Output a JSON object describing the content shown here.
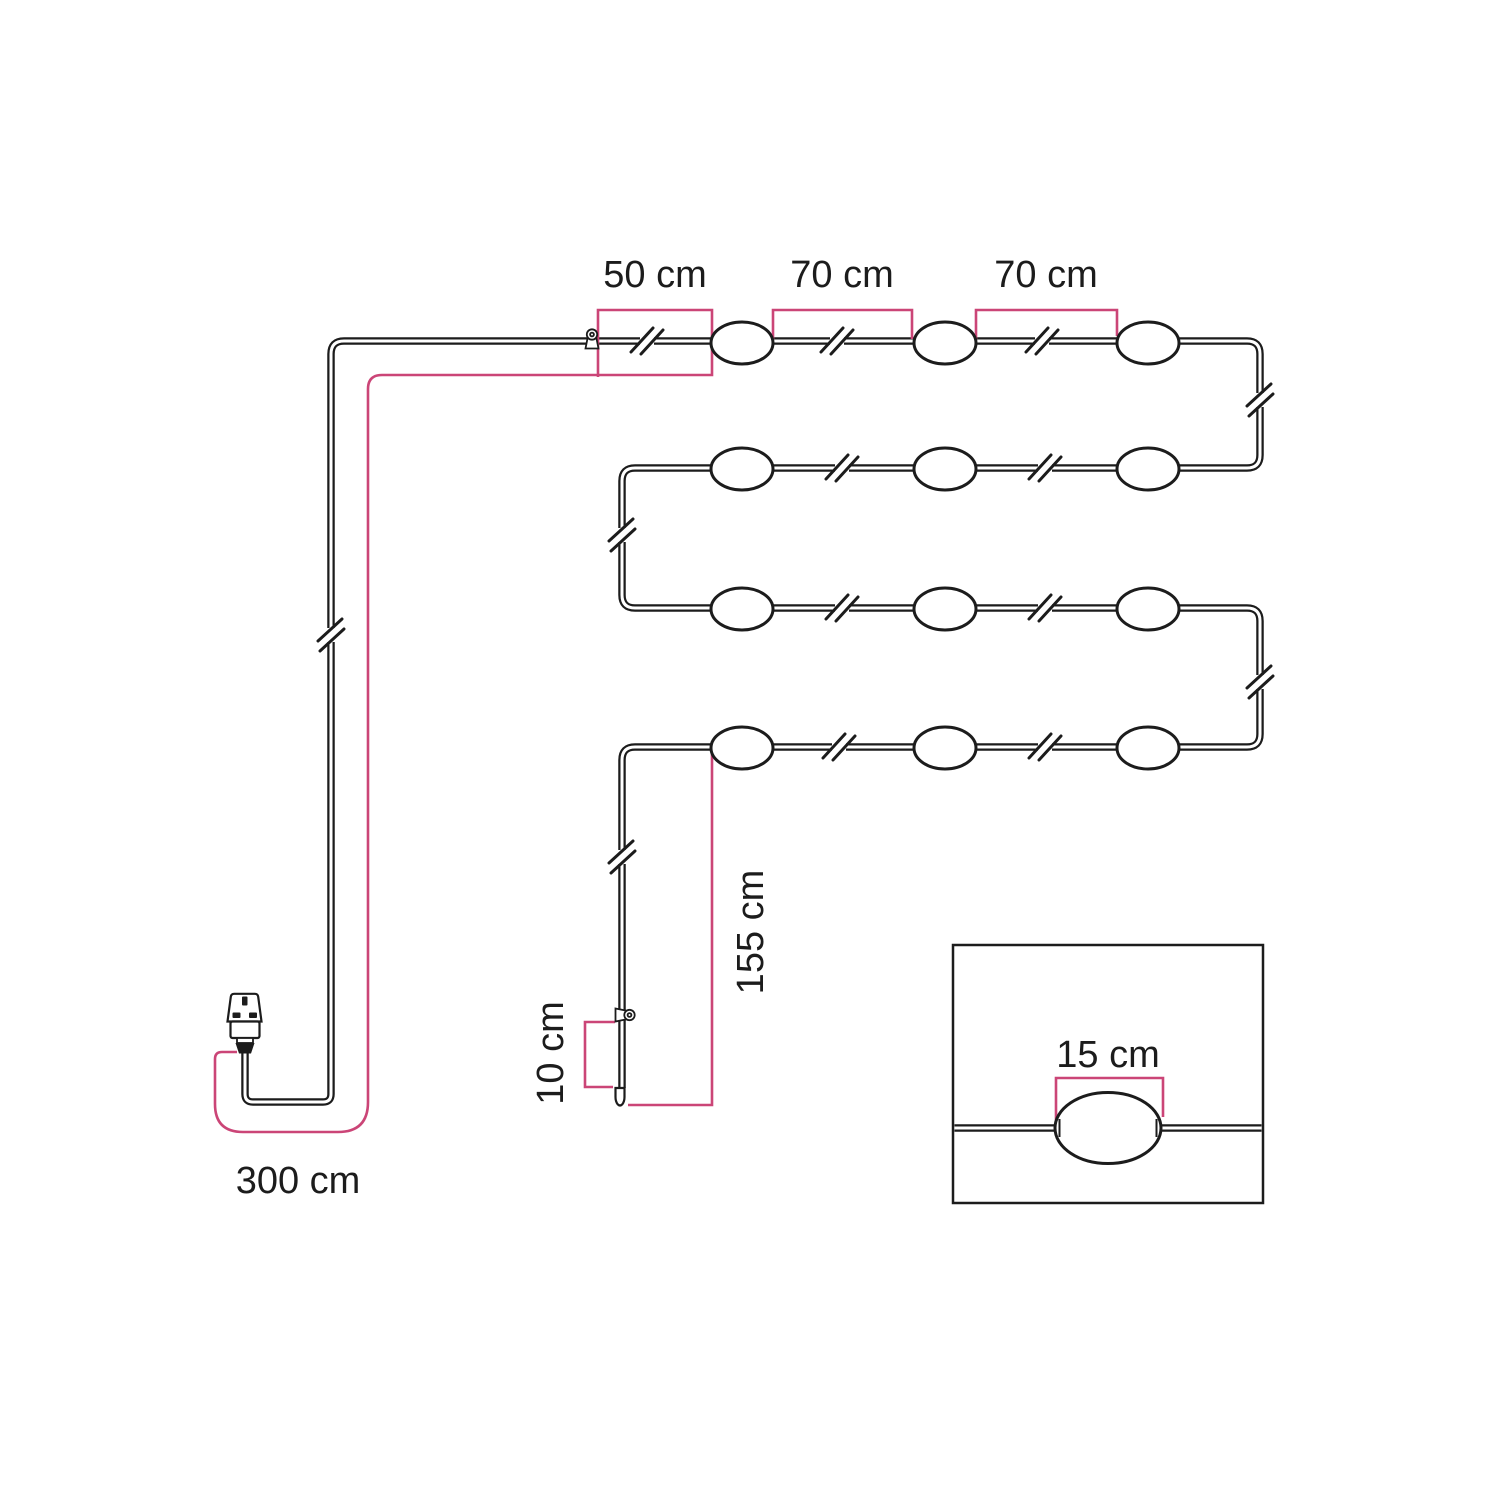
{
  "diagram": {
    "kind": "string-light cable measurement diagram",
    "lamp_holder_count": 12,
    "colors": {
      "line": "#1c1c1c",
      "measure": "#cb4577",
      "background": "#ffffff"
    },
    "labels": {
      "seg50": "50 cm",
      "seg70a": "70 cm",
      "seg70b": "70 cm",
      "drop155": "155 cm",
      "tail10": "10 cm",
      "cord300": "300 cm",
      "detail15": "15 cm"
    }
  }
}
